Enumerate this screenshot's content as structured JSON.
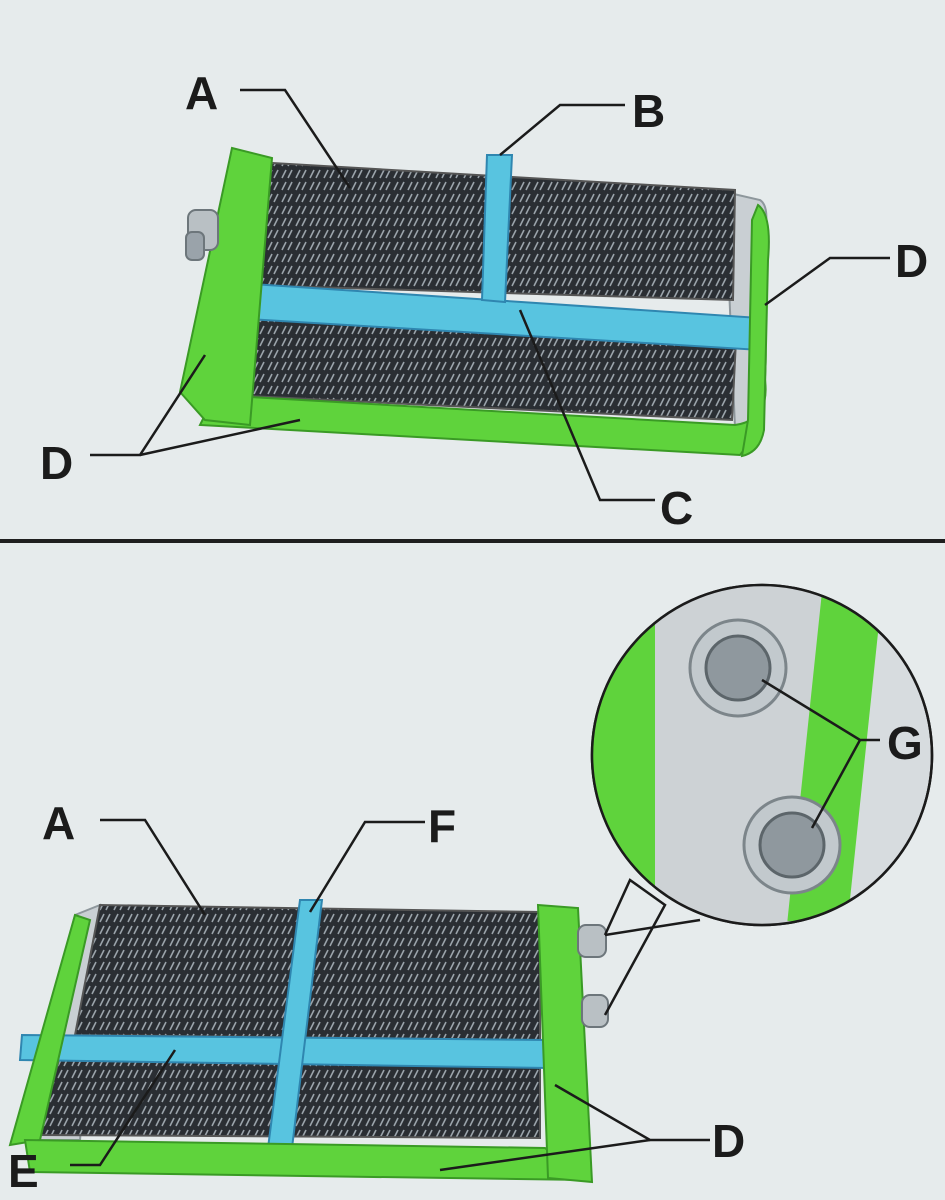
{
  "callouts": {
    "A": "A",
    "B": "B",
    "C": "C",
    "D": "D",
    "E": "E",
    "F": "F",
    "G": "G"
  },
  "colors": {
    "frame_green": "#5fd33c",
    "frame_green_dark": "#3a9a25",
    "strap_blue": "#58c4e0",
    "strap_blue_dark": "#2f86b0",
    "core_dark": "#2a2e33",
    "metal": "#c9cfd3",
    "background": "#e6ebec"
  }
}
